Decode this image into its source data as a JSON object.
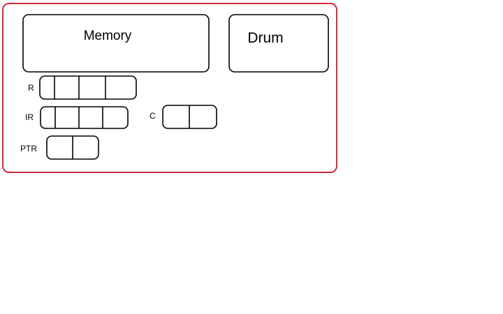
{
  "colors": {
    "frame": "#d42a3a",
    "stroke": "#000000",
    "background": "#ffffff"
  },
  "blocks": {
    "memory": {
      "label": "Memory"
    },
    "drum": {
      "label": "Drum"
    }
  },
  "registers": [
    {
      "id": "r",
      "label": "R",
      "cells": 4
    },
    {
      "id": "ir",
      "label": "IR",
      "cells": 4
    },
    {
      "id": "c",
      "label": "C",
      "cells": 2
    },
    {
      "id": "ptr",
      "label": "PTR",
      "cells": 2
    }
  ]
}
